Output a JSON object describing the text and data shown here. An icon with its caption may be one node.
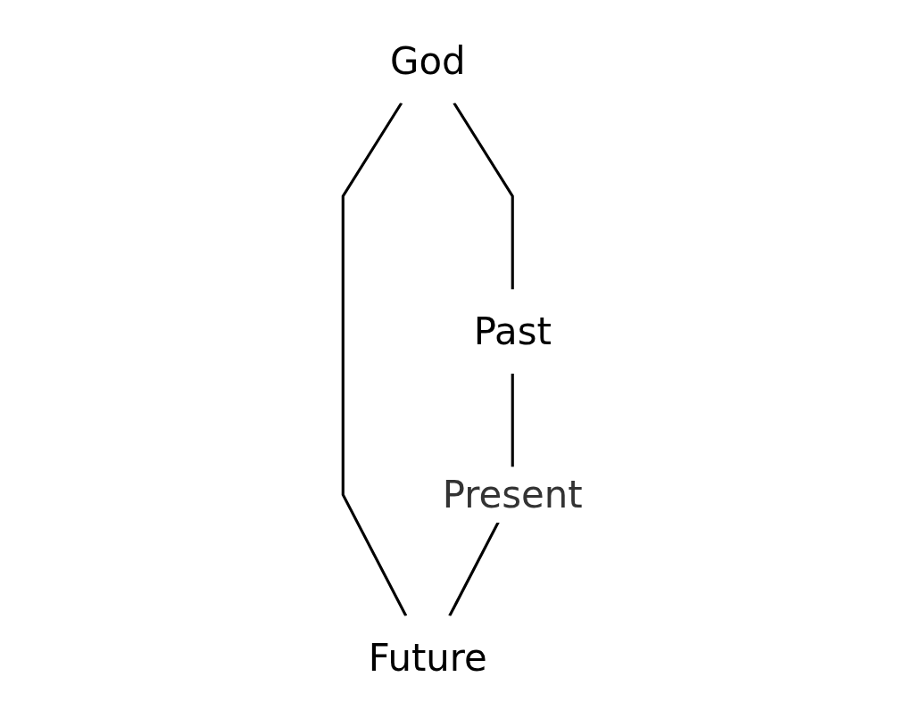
{
  "diagram": {
    "nodes": [
      {
        "text": [
          "God"
        ]
      },
      {
        "text": [
          "Past"
        ]
      },
      {
        "text": [
          "Future"
        ]
      }
    ],
    "edges": [
      {
        "from": 0,
        "to": 1,
        "arrow": "none"
      },
      {
        "from": 0,
        "to": 2,
        "arrow": "none"
      },
      {
        "from": 1,
        "to": 2,
        "arrow": "none",
        "label": "Present"
      }
    ]
  }
}
